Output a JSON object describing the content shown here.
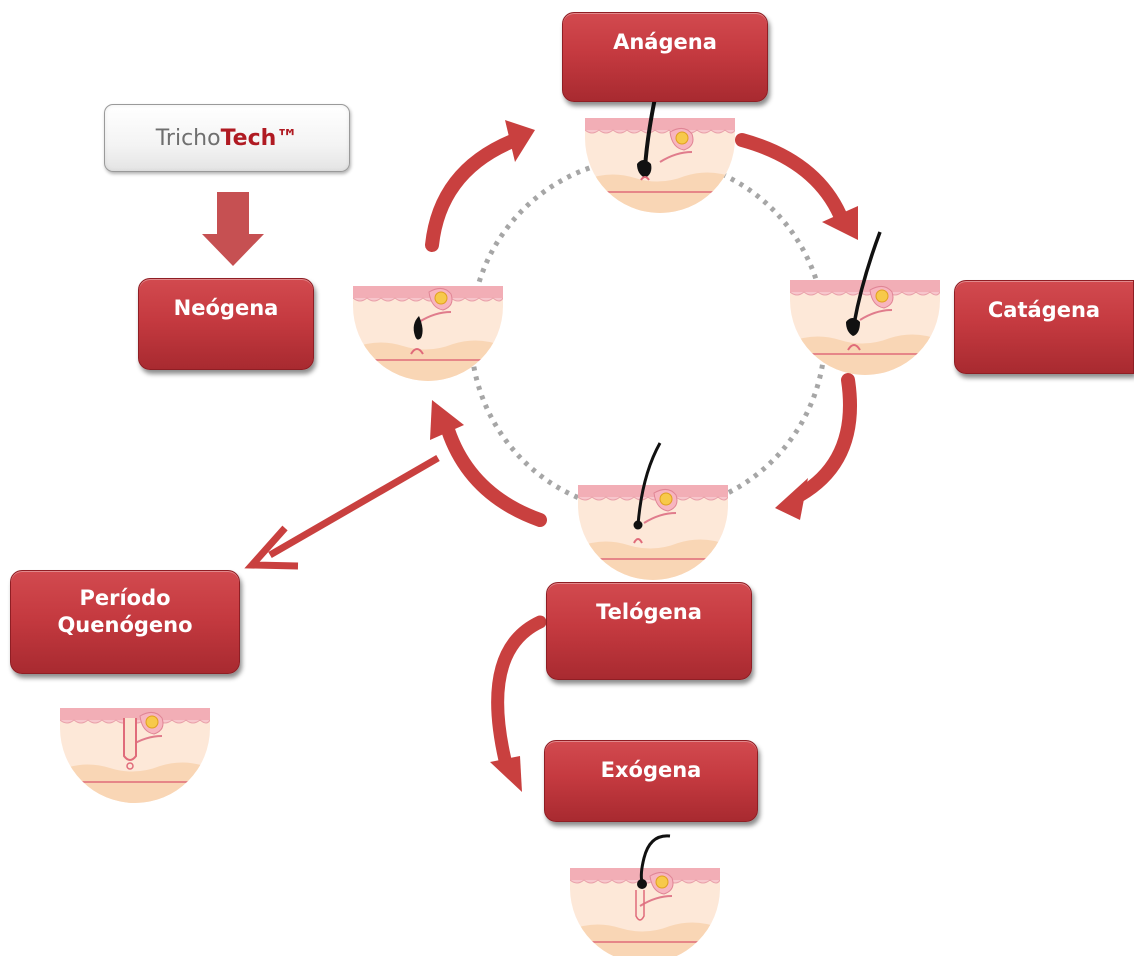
{
  "brand": {
    "part1": "Tricho",
    "part2": "Tech™"
  },
  "phases": {
    "anagena": "Anágena",
    "catagena": "Catágena",
    "telogena": "Telógena",
    "exogena": "Exógena",
    "neogena": "Neógena",
    "quenogeno_line1": "Período",
    "quenogeno_line2": "Quenógeno"
  },
  "colors": {
    "box_red": "#c53a40",
    "arrow_red": "#c9403f",
    "skin_pink": "#f3b7bd",
    "skin_cream": "#fbe3d0",
    "dotted_gray": "#a6a6a6",
    "brand_gray": "#6f6f6f",
    "brand_red": "#b01a22"
  }
}
